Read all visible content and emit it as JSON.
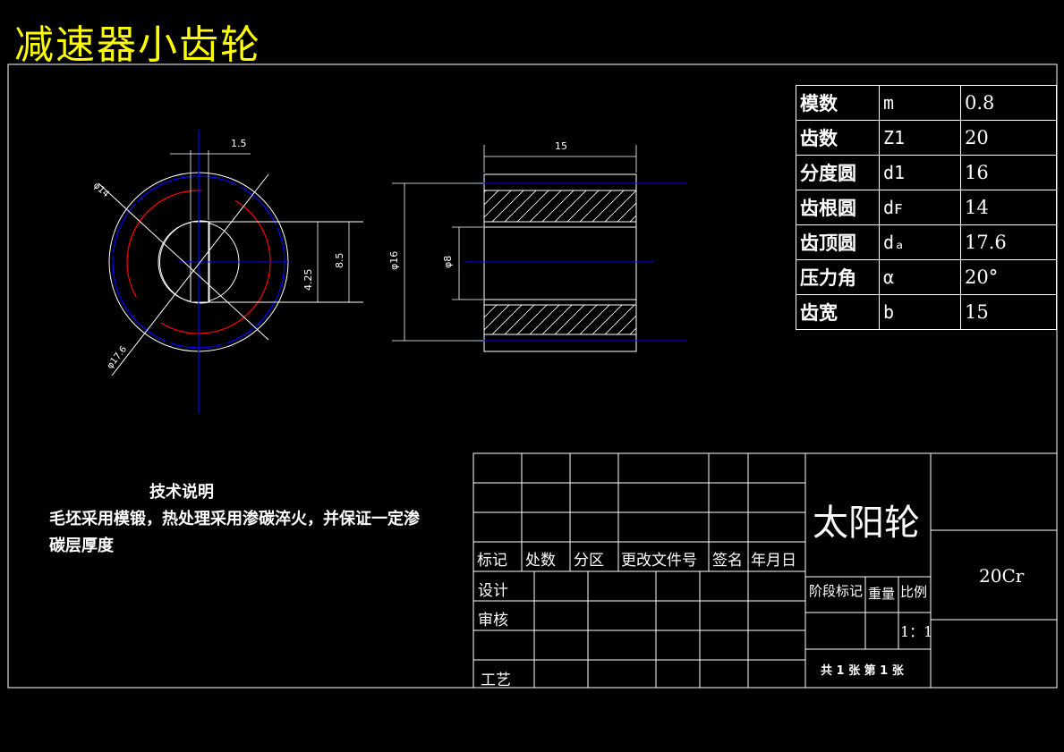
{
  "title": "减速器小齿轮",
  "dimensions": {
    "key_width": "1.5",
    "outer_dia": "φ14",
    "tip_dia": "φ17.6",
    "height_8_5": "8.5",
    "height_4_25": "4.25",
    "length": "15",
    "dia_16": "φ16",
    "dia_8": "φ8"
  },
  "spec_table": [
    {
      "name": "模数",
      "symbol": "m",
      "value": "0.8"
    },
    {
      "name": "齿数",
      "symbol": "Z1",
      "value": "20"
    },
    {
      "name": "分度圆",
      "symbol": "d1",
      "value": "16"
    },
    {
      "name": "齿根圆",
      "symbol": "dꜰ",
      "value": "14"
    },
    {
      "name": "齿顶圆",
      "symbol": "dₐ",
      "value": "17.6"
    },
    {
      "name": "压力角",
      "symbol": "α",
      "value": "20°"
    },
    {
      "name": "齿宽",
      "symbol": "b",
      "value": "15"
    }
  ],
  "notes": {
    "heading": "技术说明",
    "body": "毛坯采用模锻，热处理采用渗碳淬火，并保证一定渗碳层厚度"
  },
  "title_block": {
    "part_name": "太阳轮",
    "material": "20Cr",
    "headers": [
      "标记",
      "处数",
      "分区",
      "更改文件号",
      "签名",
      "年月日"
    ],
    "roles": [
      "设计",
      "审核",
      "工艺"
    ],
    "stage_mark": "阶段标记",
    "weight": "重量",
    "scale_label": "比例",
    "scale_value": "1：1",
    "sheets": "共 1 张  第 1 张"
  },
  "colors": {
    "background": "#000000",
    "title": "#ffff00",
    "lines": "#ffffff",
    "centerline": "#0000ff",
    "pitch_circle": "#ff0000"
  }
}
